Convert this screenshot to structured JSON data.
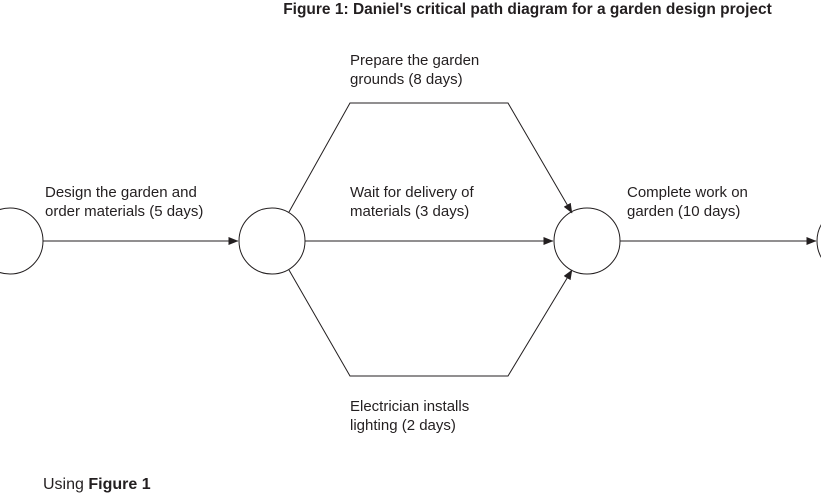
{
  "title": "Figure 1: Daniel's critical path diagram for a garden design project",
  "activities": [
    {
      "id": "design",
      "label_line1": "Design the garden and",
      "label_line2": "order materials (5 days)"
    },
    {
      "id": "prepare",
      "label_line1": "Prepare the garden",
      "label_line2": "grounds (8 days)"
    },
    {
      "id": "delivery",
      "label_line1": "Wait for delivery of",
      "label_line2": "materials (3 days)"
    },
    {
      "id": "lighting",
      "label_line1": "Electrician installs",
      "label_line2": "lighting (2 days)"
    },
    {
      "id": "complete",
      "label_line1": "Complete work on",
      "label_line2": "garden (10 days)"
    }
  ],
  "question": {
    "prefix": "Using",
    "figure_ref": "Figure 1"
  },
  "colors": {
    "ink": "#231f20",
    "background": "#ffffff"
  }
}
